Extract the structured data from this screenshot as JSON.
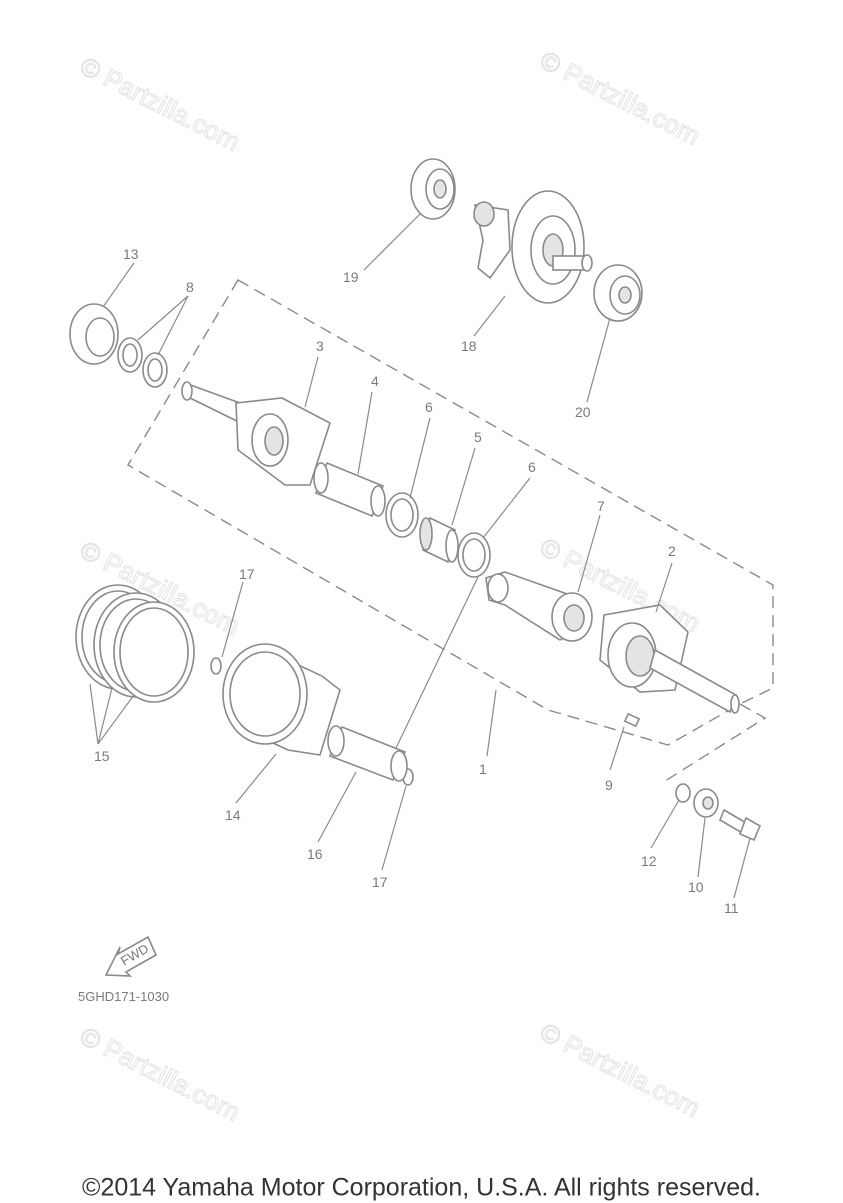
{
  "diagram": {
    "part_code": "5GHD171-1030",
    "fwd_label": "FWD",
    "watermark": "© Partzilla.com",
    "callouts": [
      "1",
      "2",
      "3",
      "4",
      "5",
      "6",
      "6",
      "7",
      "8",
      "9",
      "10",
      "11",
      "12",
      "13",
      "14",
      "15",
      "16",
      "17",
      "17",
      "18",
      "19",
      "20"
    ]
  },
  "footer": {
    "copyright": "©2014 Yamaha Motor Corporation, U.S.A. All rights reserved."
  }
}
